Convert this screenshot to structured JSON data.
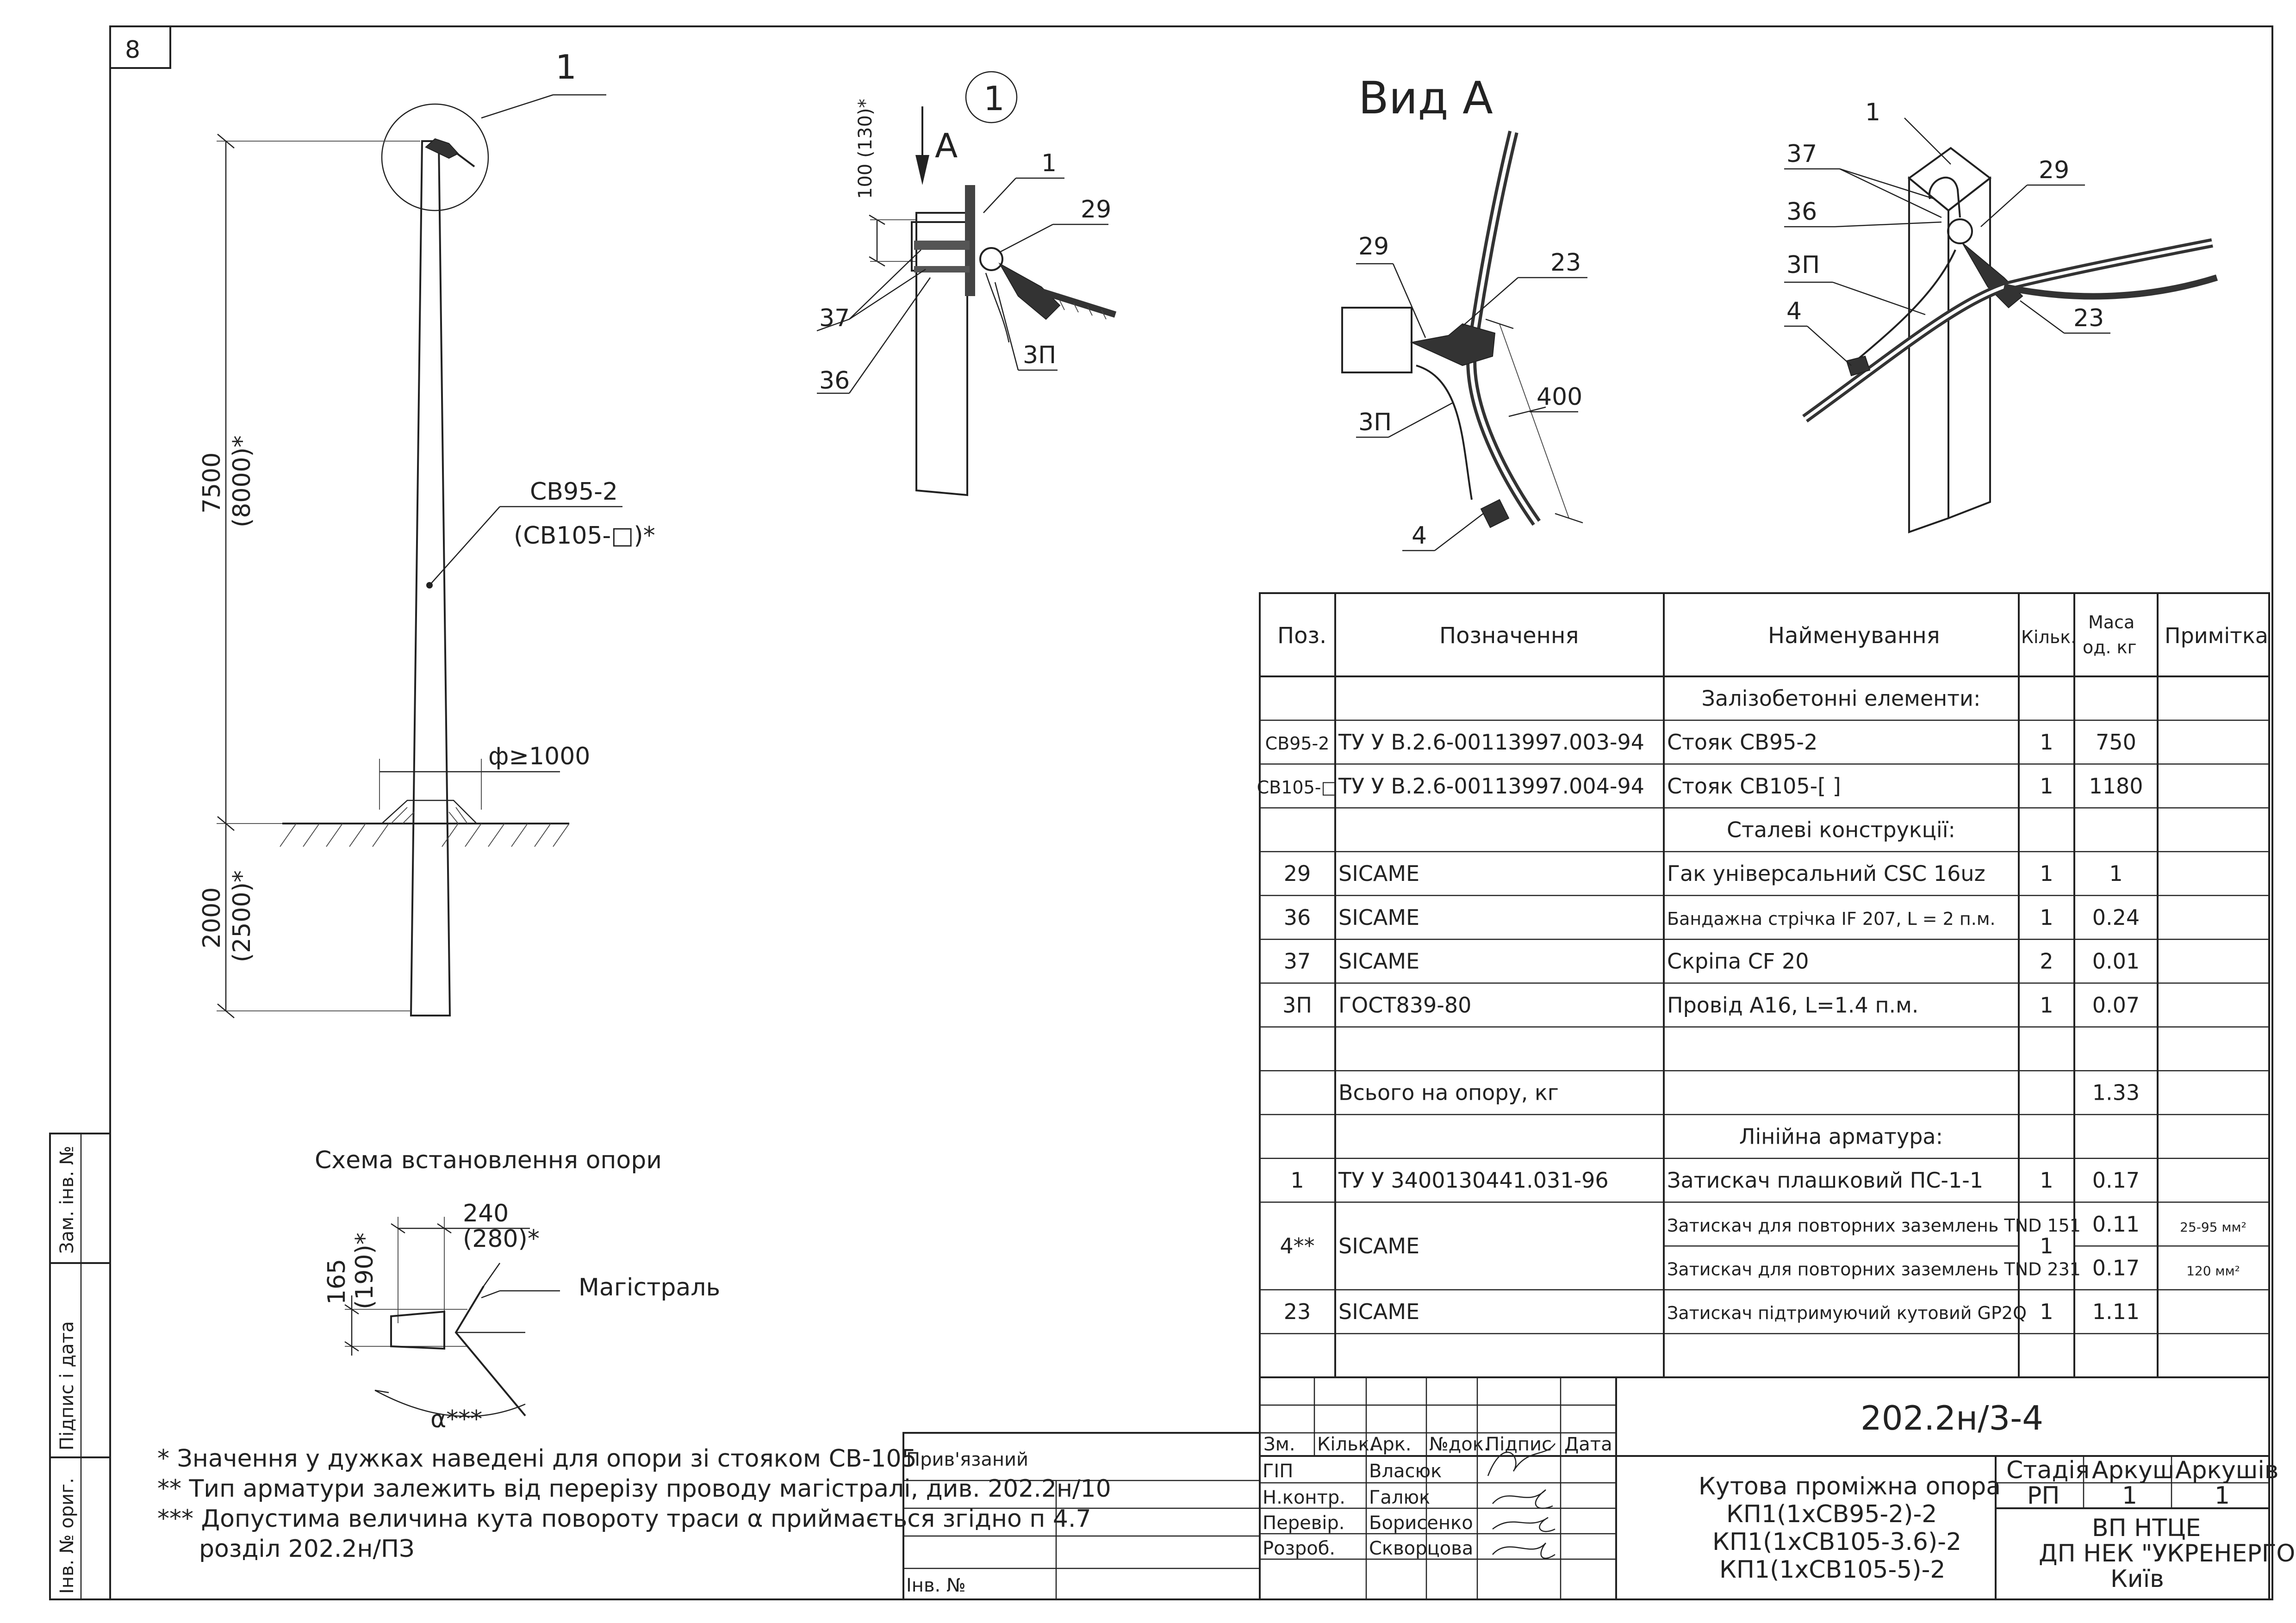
{
  "sheet": {
    "sheet_number": "8",
    "drawing_code": "202.2н/3-4"
  },
  "elevation": {
    "callout": "1",
    "dim_top": "7500",
    "dim_top_alt": "(8000)*",
    "dim_bottom": "2000",
    "dim_bottom_alt": "(2500)*",
    "pole_label": "СВ95-2",
    "pole_label_alt": "(СВ105-□)*",
    "diameter": "ф≥1000"
  },
  "detail1": {
    "title": "1",
    "view_label": "А",
    "dim": "100 (130)*",
    "labels": [
      "1",
      "29",
      "37",
      "36",
      "3П"
    ]
  },
  "viewA": {
    "title": "Вид А",
    "labels": [
      "29",
      "23",
      "400",
      "3П",
      "4"
    ]
  },
  "iso": {
    "labels": [
      "1",
      "37",
      "36",
      "3П",
      "4",
      "29",
      "23"
    ]
  },
  "install_scheme": {
    "title": "Схема встановлення опори",
    "dim_h": "240",
    "dim_h_alt": "(280)*",
    "dim_v": "165",
    "dim_v_alt": "(190)*",
    "main_line": "Магістраль",
    "angle": "α***"
  },
  "notes": [
    "* Значення у дужках наведені для опори зі стояком СВ-105",
    "** Тип арматури залежить від перерізу проводу магістралі, див. 202.2н/10",
    "*** Допустима величина кута повороту траси α приймається згідно п 4.7",
    "розділ 202.2н/ПЗ"
  ],
  "spec_table": {
    "headers": {
      "pos": "Поз.",
      "designation": "Позначення",
      "name": "Найменування",
      "qty": "Кільк.",
      "mass1": "Маса",
      "mass2": "од. кг",
      "note": "Примітка"
    },
    "rows": [
      {
        "pos": "",
        "designation": "",
        "name": "Залізобетонні елементи:",
        "qty": "",
        "mass": "",
        "note": ""
      },
      {
        "pos": "СВ95-2",
        "designation": "ТУ У В.2.6-00113997.003-94",
        "name": "Стояк СВ95-2",
        "qty": "1",
        "mass": "750",
        "note": ""
      },
      {
        "pos": "СВ105-□",
        "designation": "ТУ У В.2.6-00113997.004-94",
        "name": "Стояк СВ105-[ ]",
        "qty": "1",
        "mass": "1180",
        "note": ""
      },
      {
        "pos": "",
        "designation": "",
        "name": "Сталеві конструкції:",
        "qty": "",
        "mass": "",
        "note": ""
      },
      {
        "pos": "29",
        "designation": "SICAME",
        "name": "Гак універсальний CSC 16uz",
        "qty": "1",
        "mass": "1",
        "note": ""
      },
      {
        "pos": "36",
        "designation": "SICAME",
        "name": "Бандажна стрічка IF 207, L = 2 п.м.",
        "qty": "1",
        "mass": "0.24",
        "note": ""
      },
      {
        "pos": "37",
        "designation": "SICAME",
        "name": "Скріпа CF 20",
        "qty": "2",
        "mass": "0.01",
        "note": ""
      },
      {
        "pos": "3П",
        "designation": "ГОСТ839-80",
        "name": "Провід А16, L=1.4 п.м.",
        "qty": "1",
        "mass": "0.07",
        "note": ""
      },
      {
        "pos": "",
        "designation": "",
        "name": "",
        "qty": "",
        "mass": "",
        "note": ""
      },
      {
        "pos": "",
        "designation": "Всього на опору, кг",
        "name": "",
        "qty": "",
        "mass": "1.33",
        "note": ""
      },
      {
        "pos": "",
        "designation": "",
        "name": "Лінійна арматура:",
        "qty": "",
        "mass": "",
        "note": ""
      },
      {
        "pos": "1",
        "designation": "ТУ У 3400130441.031-96",
        "name": "Затискач плашковий ПС-1-1",
        "qty": "1",
        "mass": "0.17",
        "note": ""
      },
      {
        "pos": "4**",
        "designation": "SICAME",
        "name": "Затискач для повторних заземлень TND 151",
        "qty": "1",
        "mass": "0.11",
        "note": "25-95 мм²"
      },
      {
        "pos": "",
        "designation": "",
        "name": "Затискач для повторних заземлень TND 231",
        "qty": "",
        "mass": "0.17",
        "note": "120 мм²"
      },
      {
        "pos": "23",
        "designation": "SICAME",
        "name": "Затискач підтримуючий кутовий GP2Q",
        "qty": "1",
        "mass": "1.11",
        "note": ""
      },
      {
        "pos": "",
        "designation": "",
        "name": "",
        "qty": "",
        "mass": "",
        "note": ""
      }
    ]
  },
  "title_block": {
    "linked": "Прив'язаний",
    "inv_no": "Інв. №",
    "col_heads": [
      "Зм.",
      "Кільк.",
      "Арк.",
      "№док.",
      "Підпис",
      "Дата"
    ],
    "roles": [
      {
        "role": "ГІП",
        "name": "Власюк"
      },
      {
        "role": "Н.контр.",
        "name": "Галюк"
      },
      {
        "role": "Перевір.",
        "name": "Борисенко"
      },
      {
        "role": "Розроб.",
        "name": "Скворцова"
      }
    ],
    "title_lines": [
      "Кутова проміжна опора",
      "КП1(1хСВ95-2)-2",
      "КП1(1хСВ105-3.6)-2",
      "КП1(1хСВ105-5)-2"
    ],
    "stage_head": "Стадія",
    "sheet_head": "Аркуш",
    "sheets_head": "Аркушів",
    "stage": "РП",
    "sheet": "1",
    "sheets": "1",
    "org_lines": [
      "ВП НТЦЕ",
      "ДП НЕК \"УКРЕНЕРГО\"",
      "Київ"
    ]
  },
  "side_stamp": {
    "labels": [
      "Зам. інв. №",
      "Підпис і дата",
      "Інв. № ориг."
    ]
  }
}
